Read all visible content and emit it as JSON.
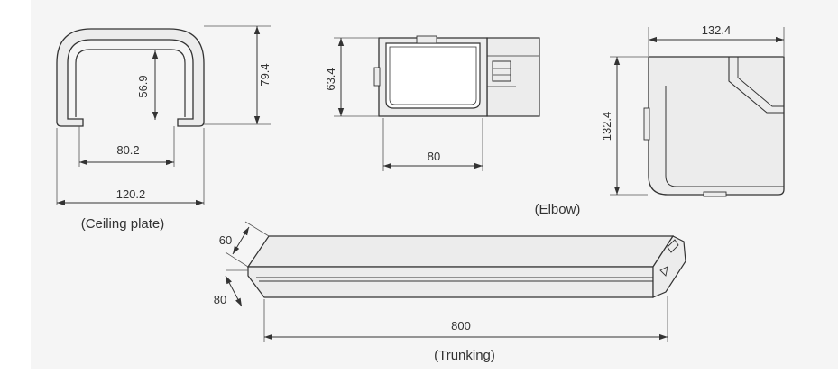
{
  "colors": {
    "background": "#f5f5f5",
    "line": "#333333",
    "part_fill": "#ececec"
  },
  "ceiling_plate": {
    "caption": "(Ceiling plate)",
    "dim_outer_width": "120.2",
    "dim_inner_width": "80.2",
    "dim_outer_height": "79.4",
    "dim_inner_height": "56.9"
  },
  "trunking_end": {
    "dim_height": "63.4",
    "dim_width": "80"
  },
  "elbow": {
    "caption": "(Elbow)",
    "dim_width": "132.4",
    "dim_height": "132.4"
  },
  "trunking": {
    "caption": "(Trunking)",
    "dim_length": "800",
    "dim_depth": "60",
    "dim_width": "80"
  }
}
